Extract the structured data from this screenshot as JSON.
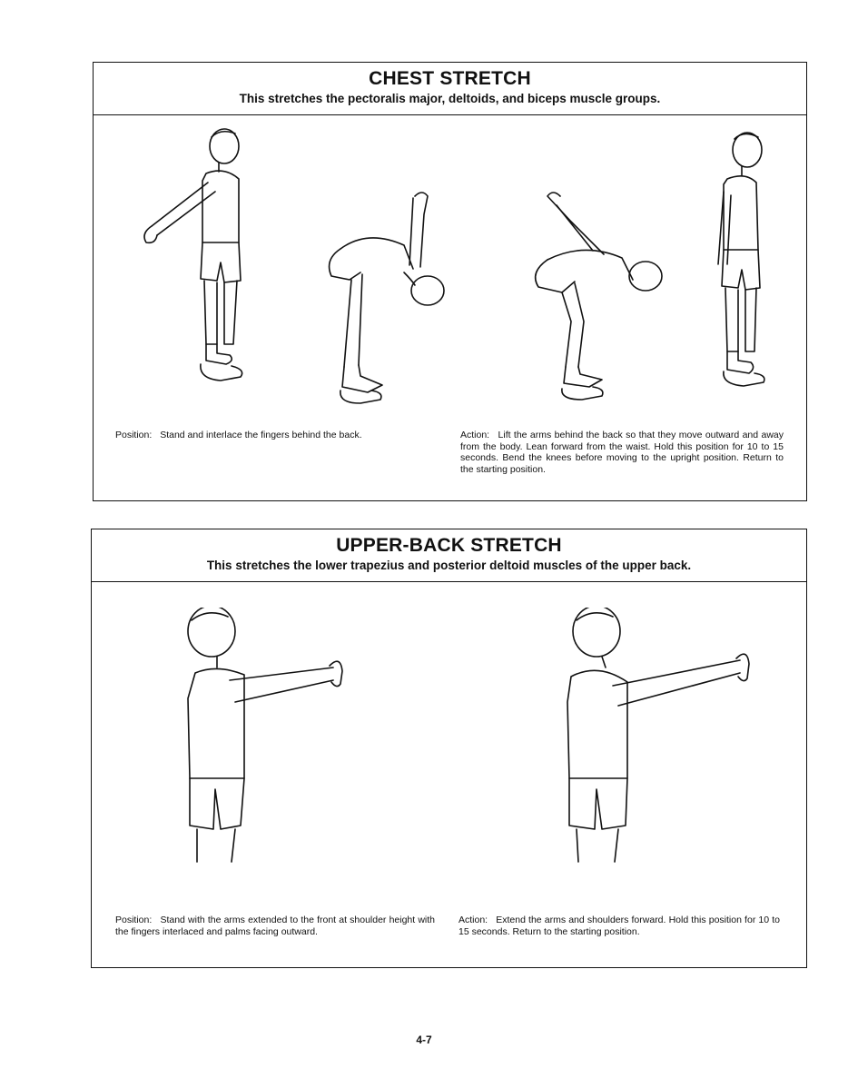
{
  "chest": {
    "title": "CHEST STRETCH",
    "subtitle": "This stretches the pectoralis major, deltoids, and biceps muscle groups.",
    "position_label": "Position:",
    "position_text": "Stand and interlace the fingers behind the back.",
    "action_label": "Action:",
    "action_text": "Lift the arms behind the back so that they move outward and away from the body. Lean forward from the waist. Hold this position for 10 to 15 seconds. Bend the knees before moving to the upright position. Return to the starting position."
  },
  "upper_back": {
    "title": "UPPER-BACK STRETCH",
    "subtitle": "This stretches the lower trapezius and posterior deltoid muscles of the upper back.",
    "position_label": "Position:",
    "position_text": "Stand with the arms extended to the front at shoulder height with the fingers interlaced and palms facing outward.",
    "action_label": "Action:",
    "action_text": "Extend the arms and shoulders forward. Hold this position for 10 to 15 seconds. Return to the starting position."
  },
  "page_number": "4-7"
}
